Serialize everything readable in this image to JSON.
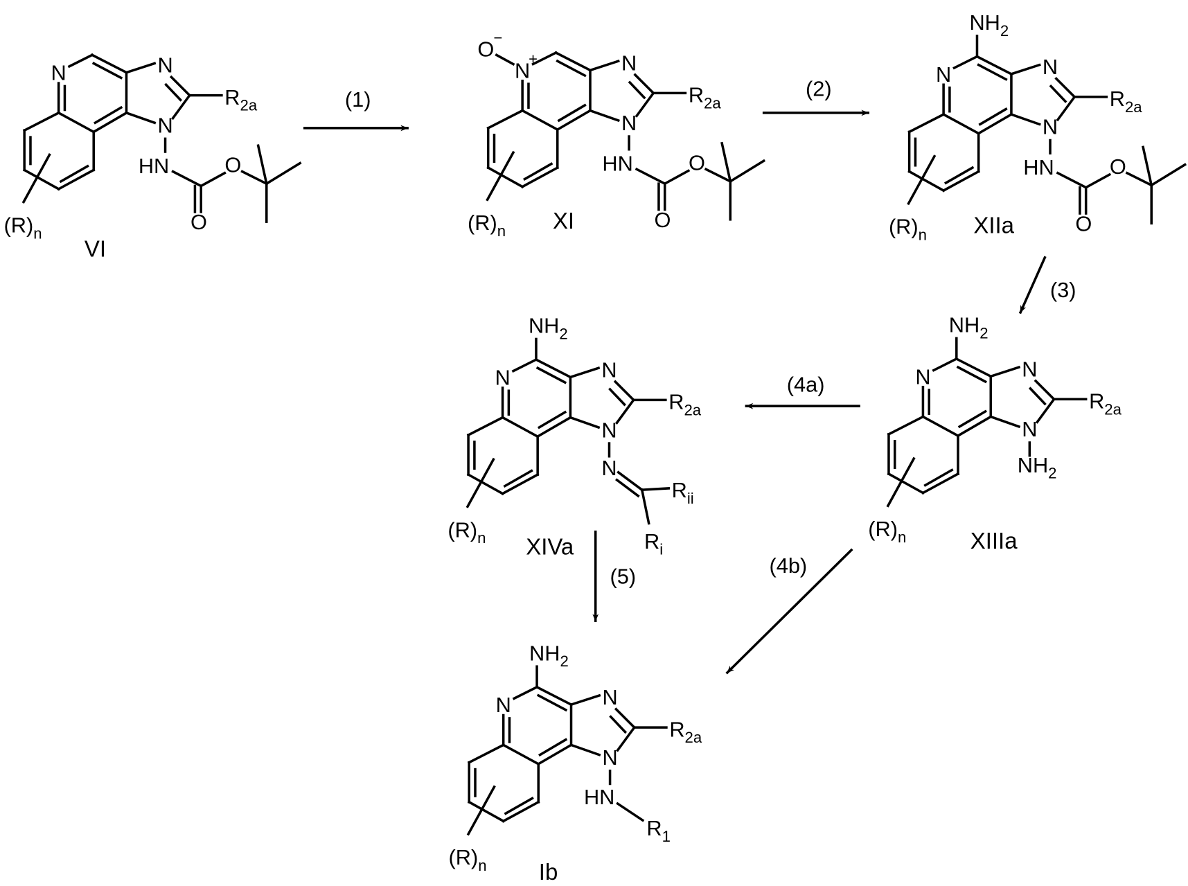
{
  "atoms": {
    "ring_n": "N",
    "imid_n3": "N",
    "imid_n1": "N",
    "r2a": {
      "text": "R",
      "sub": "2a"
    },
    "rn": {
      "text": "(R)",
      "sub": "n"
    },
    "nh2": {
      "text": "NH",
      "sub": "2"
    },
    "hn": "HN",
    "o": "O",
    "n": "N",
    "plus": "+",
    "minus": "−",
    "r1": {
      "text": "R",
      "sub": "1"
    },
    "ri": {
      "text": "R",
      "sub": "i"
    },
    "rii": {
      "text": "R",
      "sub": "ii"
    }
  },
  "compounds": [
    {
      "id": "VI",
      "label": "VI"
    },
    {
      "id": "XI",
      "label": "XI"
    },
    {
      "id": "XIIa",
      "label": "XIIa"
    },
    {
      "id": "XIIIa",
      "label": "XIIIa"
    },
    {
      "id": "XIVa",
      "label": "XIVa"
    },
    {
      "id": "Ib",
      "label": "Ib"
    }
  ],
  "steps": [
    {
      "id": "1",
      "label": "(1)"
    },
    {
      "id": "2",
      "label": "(2)"
    },
    {
      "id": "3",
      "label": "(3)"
    },
    {
      "id": "4a",
      "label": "(4a)"
    },
    {
      "id": "4b",
      "label": "(4b)"
    },
    {
      "id": "5",
      "label": "(5)"
    }
  ]
}
